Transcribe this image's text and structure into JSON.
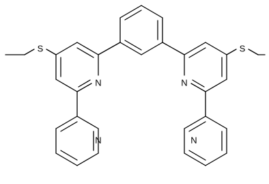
{
  "atoms": [
    {
      "id": "S1",
      "label": "S"
    },
    {
      "id": "N1",
      "label": "N"
    },
    {
      "id": "N2",
      "label": "N"
    },
    {
      "id": "S2",
      "label": "S"
    },
    {
      "id": "N3",
      "label": "N"
    },
    {
      "id": "N4",
      "label": "N"
    }
  ],
  "colors": {
    "bond": "#000000",
    "label": "#000000",
    "background": "#ffffff"
  }
}
